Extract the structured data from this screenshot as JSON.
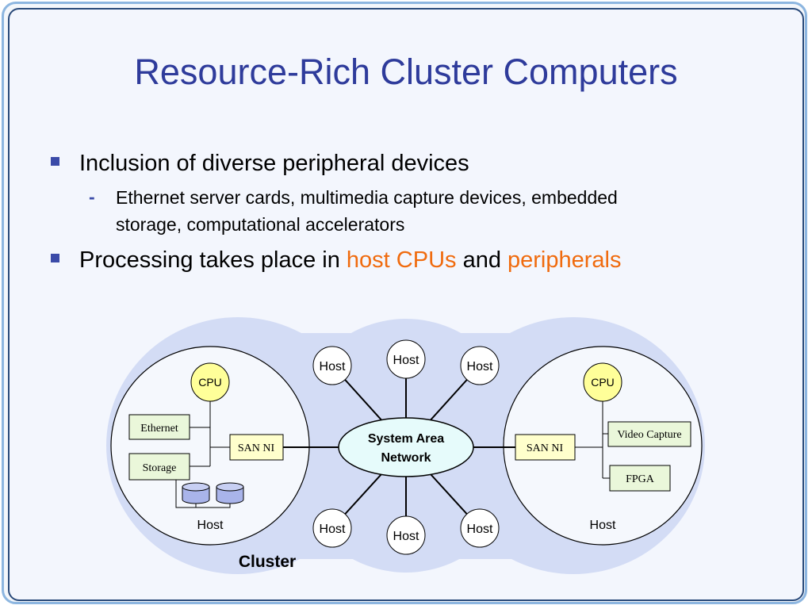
{
  "slide": {
    "title": "Resource-Rich Cluster Computers",
    "bullets": [
      {
        "text": "Inclusion of diverse peripheral devices",
        "sub": "Ethernet server cards, multimedia capture devices, embedded storage, computational accelerators"
      },
      {
        "text_before": "Processing takes place in ",
        "highlight1": "host CPUs",
        "text_middle": " and ",
        "highlight2": "peripherals"
      }
    ]
  },
  "diagram": {
    "left_host": {
      "cpu": "CPU",
      "ethernet": "Ethernet",
      "storage": "Storage",
      "san_ni": "SAN NI",
      "label": "Host"
    },
    "right_host": {
      "cpu": "CPU",
      "video_capture": "Video Capture",
      "fpga": "FPGA",
      "san_ni": "SAN NI",
      "label": "Host"
    },
    "network_line1": "System Area",
    "network_line2": "Network",
    "hosts": [
      "Host",
      "Host",
      "Host",
      "Host",
      "Host",
      "Host"
    ],
    "cluster_label": "Cluster"
  },
  "colors": {
    "title": "#2e3b9b",
    "highlight": "#f06b0e",
    "cluster_fill": "#d3dcf5",
    "cpu_fill": "#ffff99",
    "component_fill": "#eaf7da",
    "san_fill": "#ffffcc",
    "network_fill": "#e6fbfb",
    "disk_fill": "#a9b4ea"
  }
}
